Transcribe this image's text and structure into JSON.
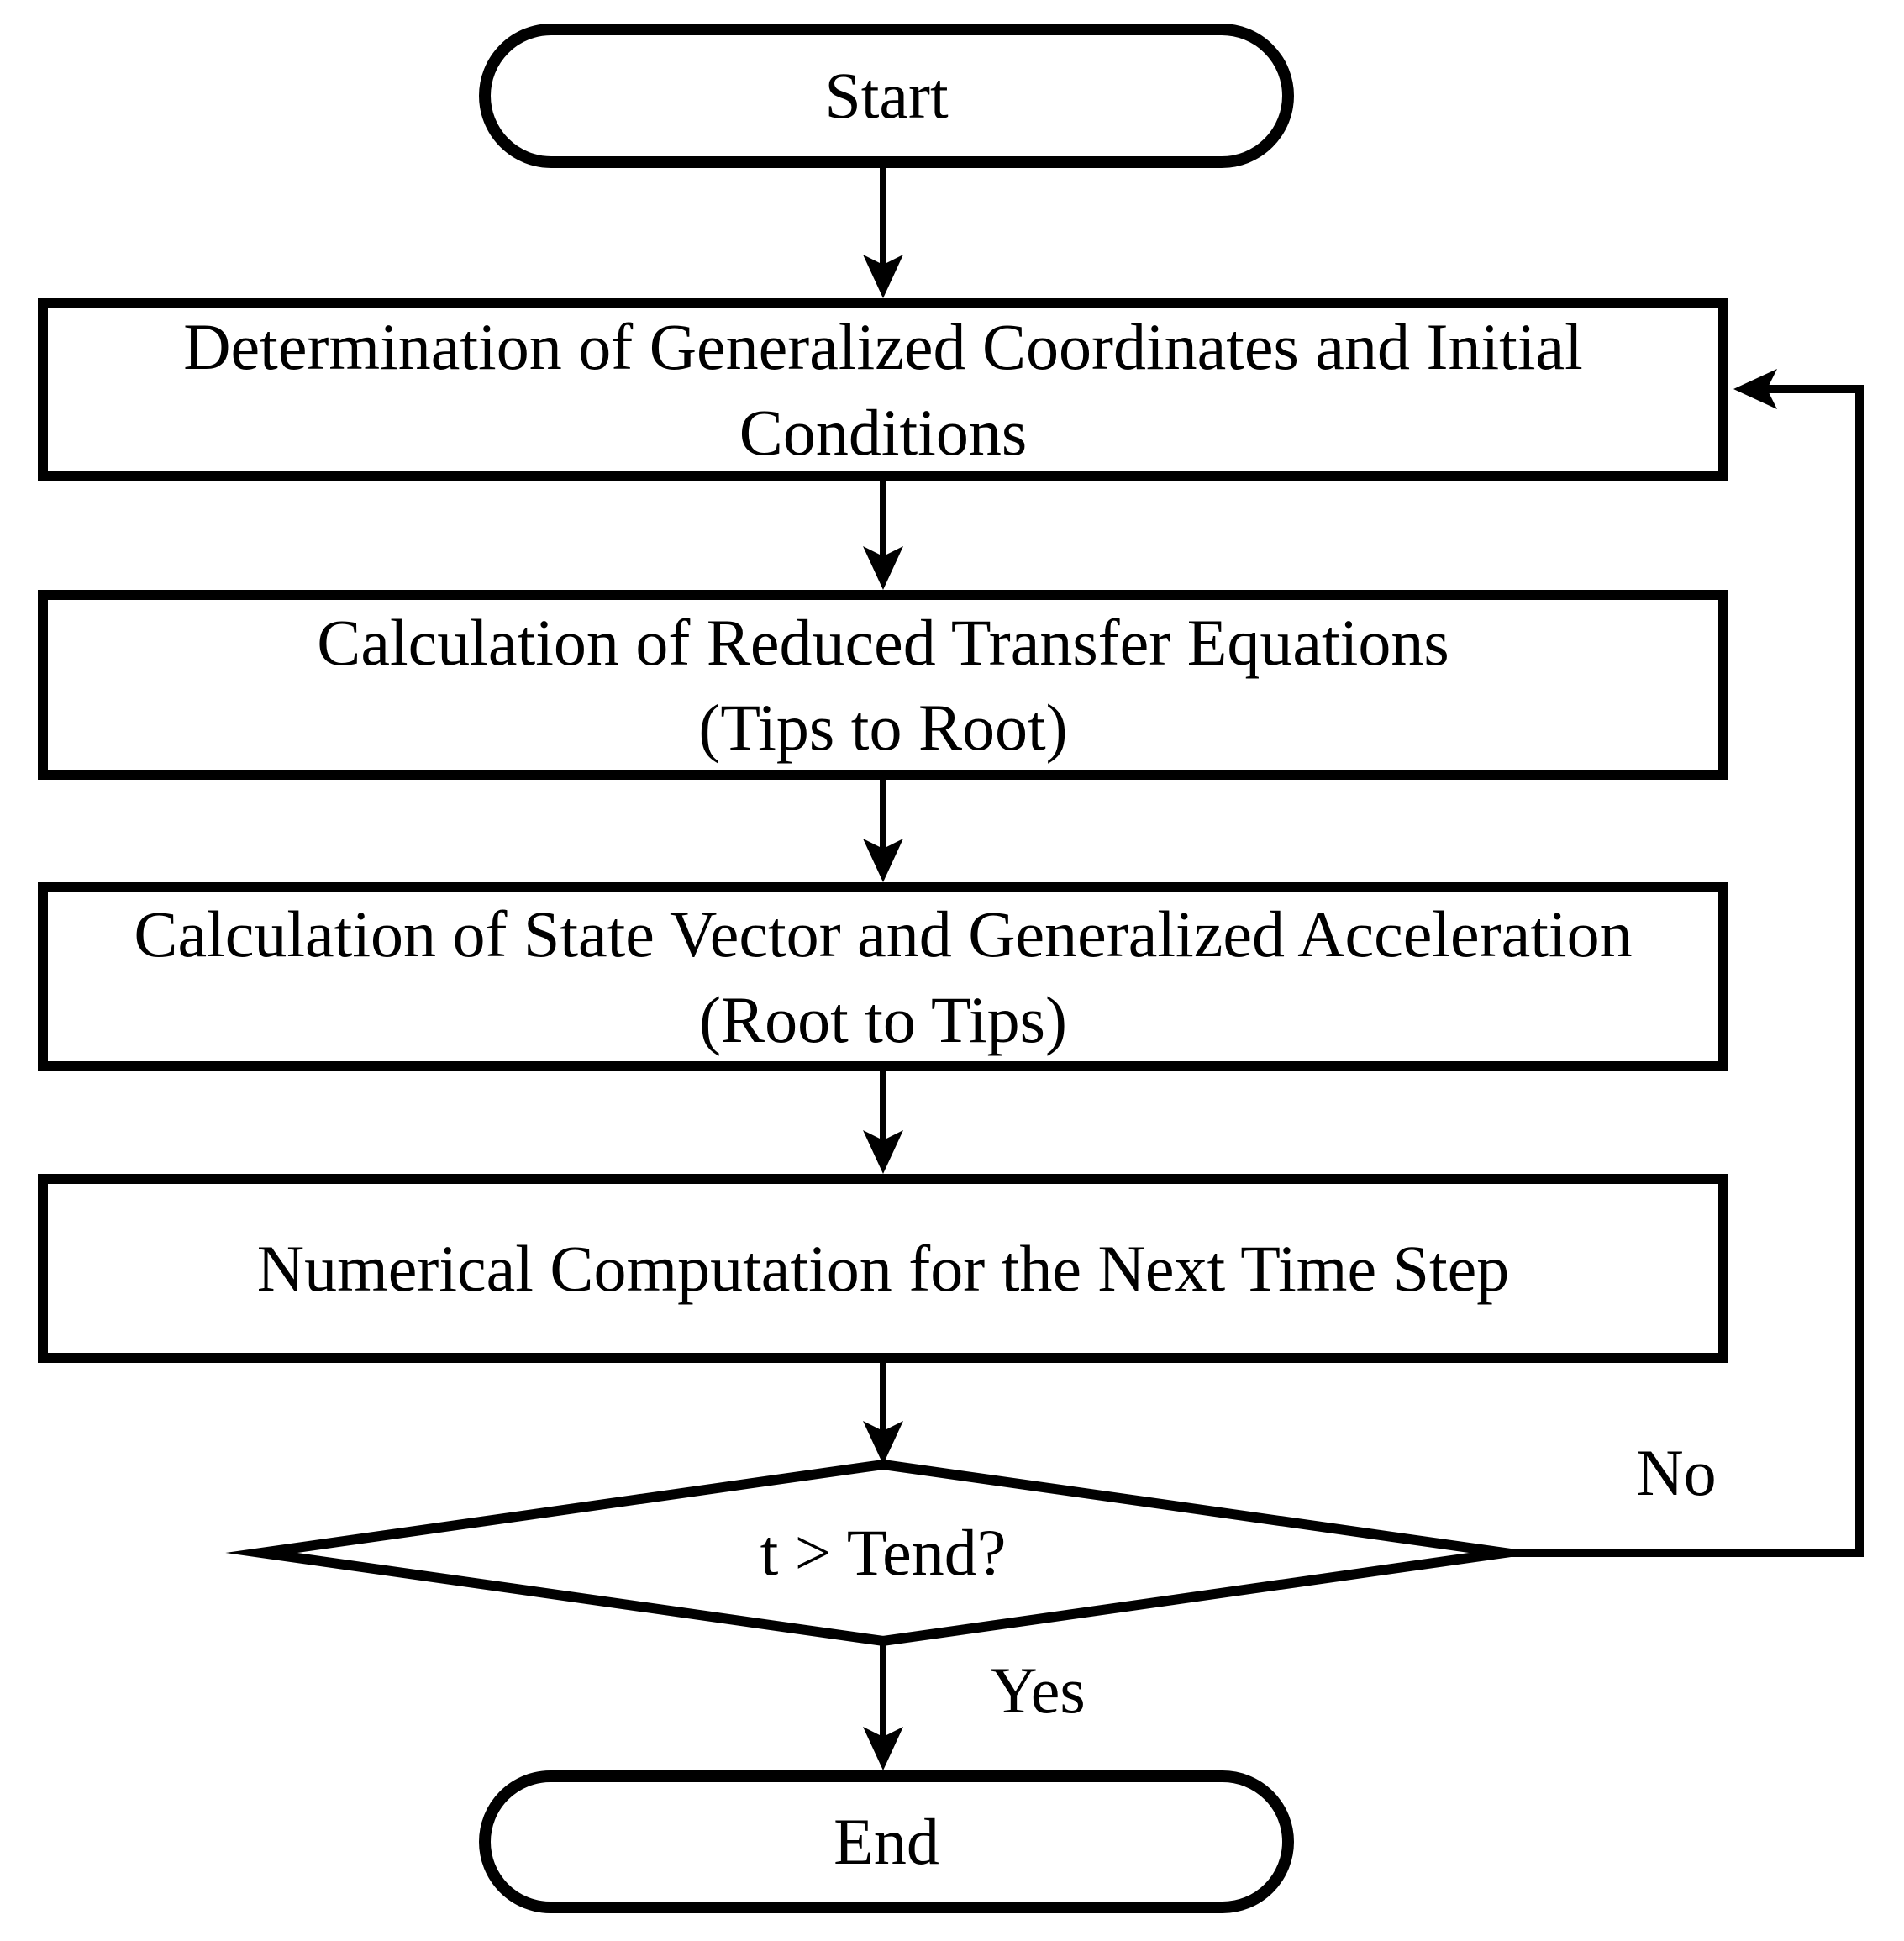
{
  "diagram": {
    "kind": "flowchart",
    "colors": {
      "stroke": "#000000",
      "node_fill": "#ffffff",
      "background": "#ffffff",
      "text": "#000000"
    },
    "nodes": {
      "start": {
        "shape": "stadium",
        "label": "Start"
      },
      "step1": {
        "shape": "rectangle",
        "line1": "Determination of Generalized Coordinates and Initial",
        "line2": "Conditions"
      },
      "step2": {
        "shape": "rectangle",
        "line1": "Calculation of Reduced Transfer Equations",
        "line2": "(Tips to Root)"
      },
      "step3": {
        "shape": "rectangle",
        "line1": "Calculation of State Vector and Generalized Acceleration",
        "line2": "(Root to Tips)"
      },
      "step4": {
        "shape": "rectangle",
        "label": "Numerical Computation for the Next Time Step"
      },
      "decision": {
        "shape": "diamond",
        "label": "t > Tend?"
      },
      "end": {
        "shape": "stadium",
        "label": "End"
      }
    },
    "edges": [
      {
        "from": "start",
        "to": "step1",
        "label": ""
      },
      {
        "from": "step1",
        "to": "step2",
        "label": ""
      },
      {
        "from": "step2",
        "to": "step3",
        "label": ""
      },
      {
        "from": "step3",
        "to": "step4",
        "label": ""
      },
      {
        "from": "step4",
        "to": "decision",
        "label": ""
      },
      {
        "from": "decision",
        "to": "end",
        "label": "Yes"
      },
      {
        "from": "decision",
        "to": "step1",
        "label": "No"
      }
    ]
  }
}
